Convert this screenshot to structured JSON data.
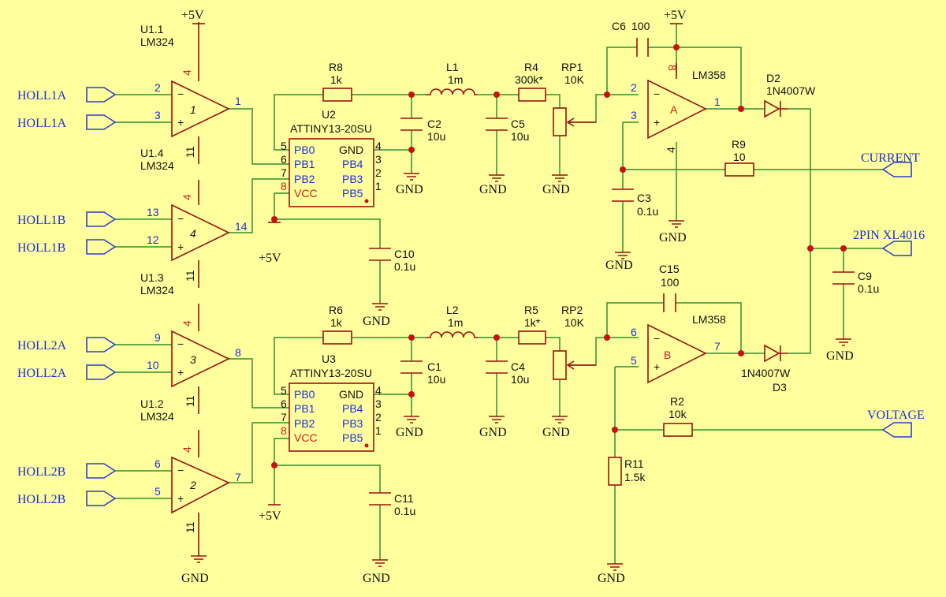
{
  "ports": {
    "holl1a_top": "HOLL1A",
    "holl1a_bot": "HOLL1A",
    "holl1b_top": "HOLL1B",
    "holl1b_bot": "HOLL1B",
    "holl2a_top": "HOLL2A",
    "holl2a_bot": "HOLL2A",
    "holl2b_top": "HOLL2B",
    "holl2b_bot": "HOLL2B",
    "current": "CURRENT",
    "xl4016": "2PIN XL4016",
    "voltage": "VOLTAGE"
  },
  "power": {
    "vcc": "+5V",
    "gnd": "GND"
  },
  "comparators": {
    "u11": {
      "ref": "U1.1",
      "part": "LM324",
      "unit": "1",
      "pin_inv": "2",
      "pin_noninv": "3",
      "pin_out": "1",
      "pin_vcc": "4",
      "pin_gnd": "11"
    },
    "u14": {
      "ref": "U1.4",
      "part": "LM324",
      "unit": "4",
      "pin_inv": "13",
      "pin_noninv": "12",
      "pin_out": "14",
      "pin_vcc": "4",
      "pin_gnd": "11"
    },
    "u12": {
      "ref": "U1.2",
      "part": "LM324",
      "unit": "3",
      "pin_inv": "9",
      "pin_noninv": "10",
      "pin_out": "8",
      "pin_vcc": "4",
      "pin_gnd": "11"
    },
    "u13": {
      "ref": "U1.3",
      "part": "LM324",
      "unit": "2",
      "pin_inv": "6",
      "pin_noninv": "5",
      "pin_out": "7",
      "pin_vcc": "4",
      "pin_gnd": "11"
    }
  },
  "mcus": {
    "u2": {
      "ref": "U2",
      "part": "ATTINY13-20SU"
    },
    "u3": {
      "ref": "U3",
      "part": "ATTINY13-20SU"
    },
    "pins": {
      "pb0": "PB0",
      "pb1": "PB1",
      "pb2": "PB2",
      "vcc": "VCC",
      "gnd": "GND",
      "pb4": "PB4",
      "pb3": "PB3",
      "pb5": "PB5",
      "n5": "5",
      "n6": "6",
      "n7": "7",
      "n8": "8",
      "n4": "4",
      "n3": "3",
      "n2": "2",
      "n1": "1"
    }
  },
  "passives": {
    "r8": {
      "ref": "R8",
      "value": "1k"
    },
    "r6": {
      "ref": "R6",
      "value": "1k"
    },
    "l1": {
      "ref": "L1",
      "value": "1m"
    },
    "l2": {
      "ref": "L2",
      "value": "1m"
    },
    "c2": {
      "ref": "C2",
      "value": "10u"
    },
    "c1": {
      "ref": "C1",
      "value": "10u"
    },
    "c5": {
      "ref": "C5",
      "value": "10u"
    },
    "c4": {
      "ref": "C4",
      "value": "10u"
    },
    "r4": {
      "ref": "R4",
      "value": "300k*"
    },
    "r5": {
      "ref": "R5",
      "value": "1k*"
    },
    "rp1": {
      "ref": "RP1",
      "value": "10K"
    },
    "rp2": {
      "ref": "RP2",
      "value": "10K"
    },
    "c10": {
      "ref": "C10",
      "value": "0.1u"
    },
    "c11": {
      "ref": "C11",
      "value": "0.1u"
    },
    "c6": {
      "ref": "C6",
      "value": "100"
    },
    "c15": {
      "ref": "C15",
      "value": "100"
    },
    "c3": {
      "ref": "C3",
      "value": "0.1u"
    },
    "c9": {
      "ref": "C9",
      "value": "0.1u"
    },
    "r9": {
      "ref": "R9",
      "value": "10"
    },
    "r2": {
      "ref": "R2",
      "value": "10k"
    },
    "r11": {
      "ref": "R11",
      "value": "1.5k"
    },
    "d2": {
      "ref": "D2",
      "value": "1N4007W"
    },
    "d3": {
      "ref": "D3",
      "value": "1N4007W"
    }
  },
  "opamps": {
    "a": {
      "part": "LM358",
      "unit": "A",
      "pin_inv": "2",
      "pin_noninv": "3",
      "pin_out": "1",
      "pin_vcc": "8",
      "pin_gnd": "4"
    },
    "b": {
      "part": "LM358",
      "unit": "B",
      "pin_inv": "6",
      "pin_noninv": "5",
      "pin_out": "7"
    }
  },
  "symbols": {
    "minus": "−",
    "plus": "+"
  },
  "colors": {
    "background": "#ffff9e",
    "wire": "#2f8f2f",
    "component": "#9b1010",
    "port": "#2b3fc9",
    "junction": "#c81010"
  }
}
